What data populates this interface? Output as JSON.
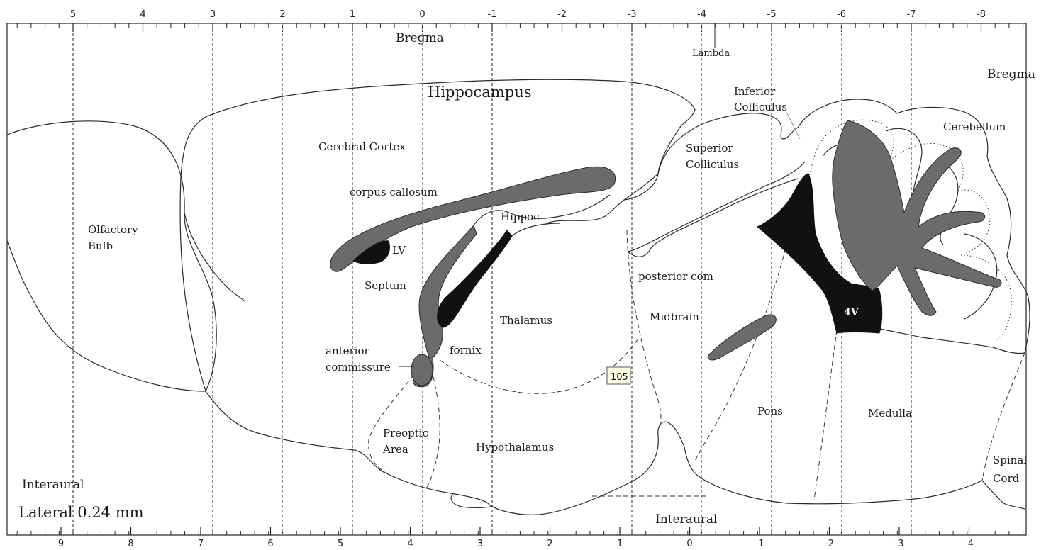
{
  "labels": {
    "bregma_top": "Bregma",
    "bregma_right": "Bregma",
    "lambda": "Lambda",
    "hippocampus": "Hippocampus",
    "cerebral_cortex": "Cerebral Cortex",
    "corpus_callosum": "corpus callosum",
    "olfactory_bulb_1": "Olfactory",
    "olfactory_bulb_2": "Bulb",
    "lv": "LV",
    "hippoc": "Hippoc",
    "septum": "Septum",
    "thalamus": "Thalamus",
    "anterior_commissure_1": "anterior",
    "anterior_commissure_2": "commissure",
    "fornix": "fornix",
    "preoptic_1": "Preoptic",
    "preoptic_2": "Area",
    "hypothalamus": "Hypothalamus",
    "inferior_colliculus_1": "Inferior",
    "inferior_colliculus_2": "Colliculus",
    "superior_colliculus_1": "Superior",
    "superior_colliculus_2": "Colliculus",
    "cerebellum": "Cerebellum",
    "posterior_com": "posterior com",
    "midbrain": "Midbrain",
    "fourth_ventricle": "4V",
    "pons": "Pons",
    "medulla": "Medulla",
    "spinal_cord_1": "Spinal",
    "spinal_cord_2": "Cord",
    "interaural_left": "Interaural",
    "interaural_bottom": "Interaural",
    "lateral": "Lateral 0.24 mm"
  },
  "tooltip": "105",
  "top_scale": [
    "5",
    "4",
    "3",
    "2",
    "1",
    "0",
    "-1",
    "-2",
    "-3",
    "-4",
    "-5",
    "-6",
    "-7",
    "-8"
  ],
  "bottom_scale": [
    "9",
    "8",
    "7",
    "6",
    "5",
    "4",
    "3",
    "2",
    "1",
    "0",
    "-1",
    "-2",
    "-3",
    "-4"
  ]
}
